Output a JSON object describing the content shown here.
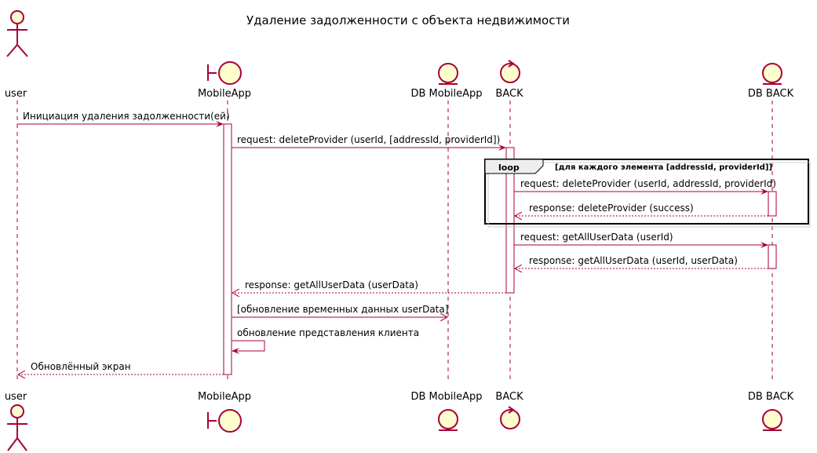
{
  "title": "Удаление задолженности с объекта недвижимости",
  "participants": [
    {
      "id": "user",
      "label": "user",
      "type": "actor"
    },
    {
      "id": "mobile",
      "label": "MobileApp",
      "type": "boundary"
    },
    {
      "id": "dbmobile",
      "label": "DB MobileApp",
      "type": "entity"
    },
    {
      "id": "back",
      "label": "BACK",
      "type": "control"
    },
    {
      "id": "dbback",
      "label": "DB BACK",
      "type": "entity"
    }
  ],
  "loop": {
    "keyword": "loop",
    "condition": "[для каждого элемента [addressId, providerId]]"
  },
  "messages": [
    {
      "from": "user",
      "to": "mobile",
      "label": "Инициация удаления задолженности(ей)",
      "style": "solid"
    },
    {
      "from": "mobile",
      "to": "back",
      "label": "request: deleteProvider (userId, [addressId, providerId])",
      "style": "solid"
    },
    {
      "from": "back",
      "to": "dbback",
      "label": "request: deleteProvider (userId, addressId, providerId)",
      "style": "solid"
    },
    {
      "from": "dbback",
      "to": "back",
      "label": "response: deleteProvider (success)",
      "style": "dashed"
    },
    {
      "from": "back",
      "to": "dbback",
      "label": "request: getAllUserData (userId)",
      "style": "solid"
    },
    {
      "from": "dbback",
      "to": "back",
      "label": "response: getAllUserData (userId, userData)",
      "style": "dashed"
    },
    {
      "from": "back",
      "to": "mobile",
      "label": "response: getAllUserData (userData)",
      "style": "dashed"
    },
    {
      "from": "mobile",
      "to": "dbmobile",
      "label": "[обновление временных данных userData]",
      "style": "async"
    },
    {
      "from": "mobile",
      "to": "mobile",
      "label": "обновление представления клиента",
      "style": "self"
    },
    {
      "from": "mobile",
      "to": "user",
      "label": "Обновлённый экран",
      "style": "dashed"
    }
  ]
}
